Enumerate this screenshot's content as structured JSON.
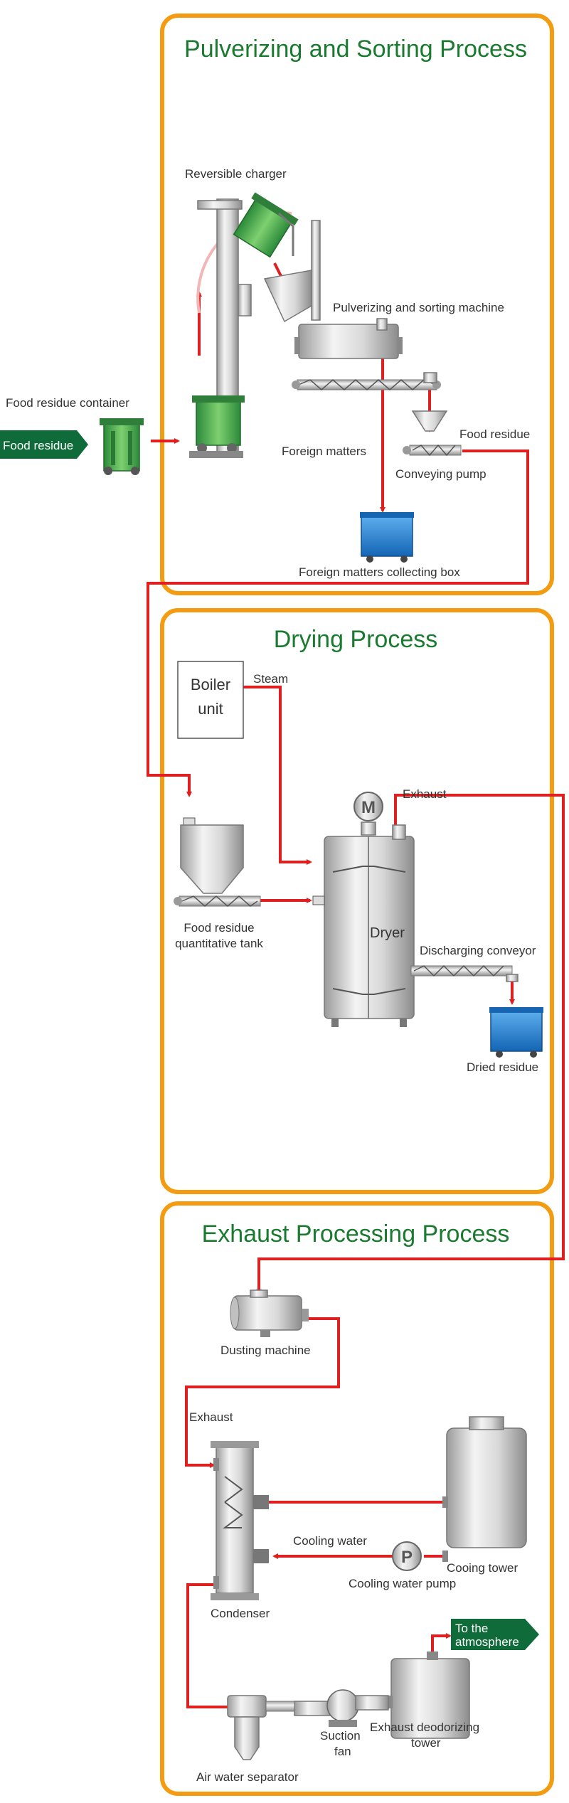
{
  "sections": [
    {
      "title": "Pulverizing and Sorting Process"
    },
    {
      "title": "Drying Process"
    },
    {
      "title": "Exhaust Processing Process"
    }
  ],
  "labels": {
    "reversible_charger": "Reversible charger",
    "pulverizing_machine": "Pulverizing and sorting machine",
    "food_residue_container": "Food residue container",
    "food_residue_tag": "Food residue",
    "food_residue": "Food residue",
    "foreign_matters": "Foreign matters",
    "conveying_pump": "Conveying pump",
    "foreign_box": "Foreign matters collecting box",
    "boiler_line1": "Boiler",
    "boiler_line2": "unit",
    "steam": "Steam",
    "exhaust_dryer": "Exhaust",
    "motor": "M",
    "dryer": "Dryer",
    "food_tank_line1": "Food residue",
    "food_tank_line2": "quantitative tank",
    "discharging_conveyor": "Discharging conveyor",
    "dried_residue": "Dried residue",
    "dusting_machine": "Dusting machine",
    "exhaust_2": "Exhaust",
    "cooling_water": "Cooling water",
    "pump_symbol": "P",
    "cooling_water_pump": "Cooling water pump",
    "cooling_tower": "Cooing tower",
    "condenser": "Condenser",
    "atmosphere_line1": "To the",
    "atmosphere_line2": "atmosphere",
    "suction_line1": "Suction",
    "suction_line2": "fan",
    "deodorizing_line1": "Exhaust deodorizing",
    "deodorizing_line2": "tower",
    "air_water_separator": "Air water separator"
  },
  "colors": {
    "section_border": "#f39c12",
    "title_green": "#1a7a30",
    "flow_red": "#e02020",
    "tag_green": "#0f6b3a",
    "bin_green": "#3aa84a",
    "box_blue": "#1f7fd0"
  }
}
